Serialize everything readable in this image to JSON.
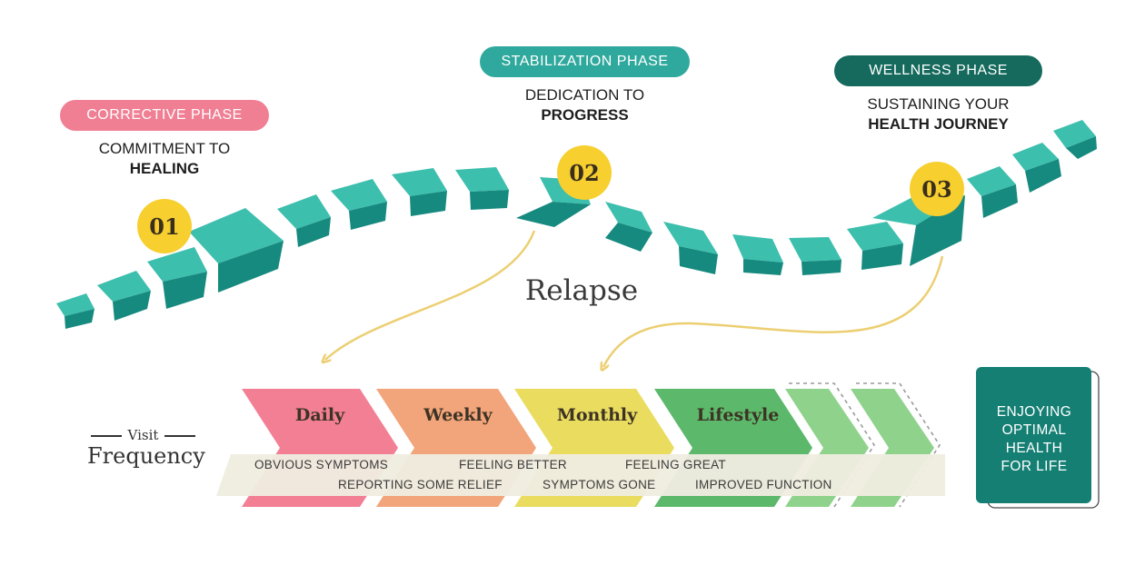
{
  "phases": [
    {
      "badge": "CORRECTIVE PHASE",
      "line1": "COMMITMENT TO",
      "line2": "HEALING",
      "number": "01",
      "color": "#f07f94"
    },
    {
      "badge": "STABILIZATION PHASE",
      "line1": "DEDICATION TO",
      "line2": "PROGRESS",
      "number": "02",
      "color": "#2fa99d"
    },
    {
      "badge": "WELLNESS PHASE",
      "line1": "SUSTAINING YOUR",
      "line2": "HEALTH JOURNEY",
      "number": "03",
      "color": "#156a5d"
    }
  ],
  "relapse_label": "Relapse",
  "visit_frequency": {
    "small": "Visit",
    "large": "Frequency"
  },
  "stages": [
    {
      "label": "Daily",
      "color": "#f27f93"
    },
    {
      "label": "Weekly",
      "color": "#f2a47a"
    },
    {
      "label": "Monthly",
      "color": "#e9dc5e"
    },
    {
      "label": "Lifestyle",
      "color": "#5cb86a"
    }
  ],
  "band_labels": {
    "upper": [
      "OBVIOUS SYMPTOMS",
      "FEELING BETTER",
      "FEELING GREAT"
    ],
    "lower": [
      "REPORTING SOME RELIEF",
      "SYMPTOMS GONE",
      "IMPROVED FUNCTION"
    ]
  },
  "goal_box": {
    "line1": "ENJOYING",
    "line2": "OPTIMAL",
    "line3": "HEALTH",
    "line4": "FOR LIFE"
  },
  "colors": {
    "arrow_light": "#3dbfae",
    "arrow_dark": "#168a7f",
    "badge_yellow": "#f7cf2f",
    "relapse_arrow": "#eccf72",
    "goal_box": "#157f74"
  }
}
